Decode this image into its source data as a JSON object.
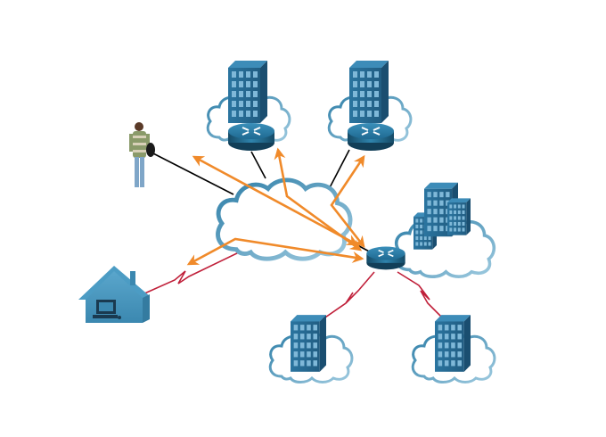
{
  "diagram": {
    "title": "",
    "colors": {
      "cloud_stroke": "#3f8cb4",
      "cloud_stroke_light": "#8cc0da",
      "router_top": "#2e7ea8",
      "router_side": "#1a5878",
      "building": "#2a6e98",
      "building_dark": "#1b4f70",
      "window": "#7fb8d8",
      "wan_link": "#c0203a",
      "lan_link": "#000000",
      "traffic_arrow": "#f08a2a",
      "house": "#4a9ac2",
      "house_dark": "#347ba0"
    },
    "nodes": [
      {
        "id": "internet-cloud",
        "type": "cloud",
        "label": ""
      },
      {
        "id": "branch-router-1",
        "type": "router",
        "label": ""
      },
      {
        "id": "branch-router-2",
        "type": "router",
        "label": ""
      },
      {
        "id": "central-router",
        "type": "router",
        "label": ""
      },
      {
        "id": "branch-building-1",
        "type": "building",
        "label": ""
      },
      {
        "id": "branch-building-2",
        "type": "building",
        "label": ""
      },
      {
        "id": "headquarters",
        "type": "multi-building",
        "label": ""
      },
      {
        "id": "remote-site-1",
        "type": "building",
        "label": ""
      },
      {
        "id": "remote-site-2",
        "type": "building",
        "label": ""
      },
      {
        "id": "home-office",
        "type": "house-with-pc",
        "label": ""
      },
      {
        "id": "mobile-user",
        "type": "person",
        "label": ""
      }
    ],
    "links": [
      {
        "from": "mobile-user",
        "to": "internet-cloud",
        "kind": "ethernet"
      },
      {
        "from": "branch-router-1",
        "to": "internet-cloud",
        "kind": "ethernet"
      },
      {
        "from": "branch-router-2",
        "to": "internet-cloud",
        "kind": "ethernet"
      },
      {
        "from": "central-router",
        "to": "internet-cloud",
        "kind": "ethernet"
      },
      {
        "from": "home-office",
        "to": "internet-cloud",
        "kind": "serial"
      },
      {
        "from": "central-router",
        "to": "remote-site-1",
        "kind": "serial"
      },
      {
        "from": "central-router",
        "to": "remote-site-2",
        "kind": "serial"
      }
    ],
    "traffic_flows": [
      {
        "from": "central-router",
        "to": "mobile-user"
      },
      {
        "from": "central-router",
        "to": "branch-router-1"
      },
      {
        "from": "central-router",
        "to": "branch-router-2"
      },
      {
        "from": "central-router",
        "to": "home-office"
      }
    ]
  }
}
